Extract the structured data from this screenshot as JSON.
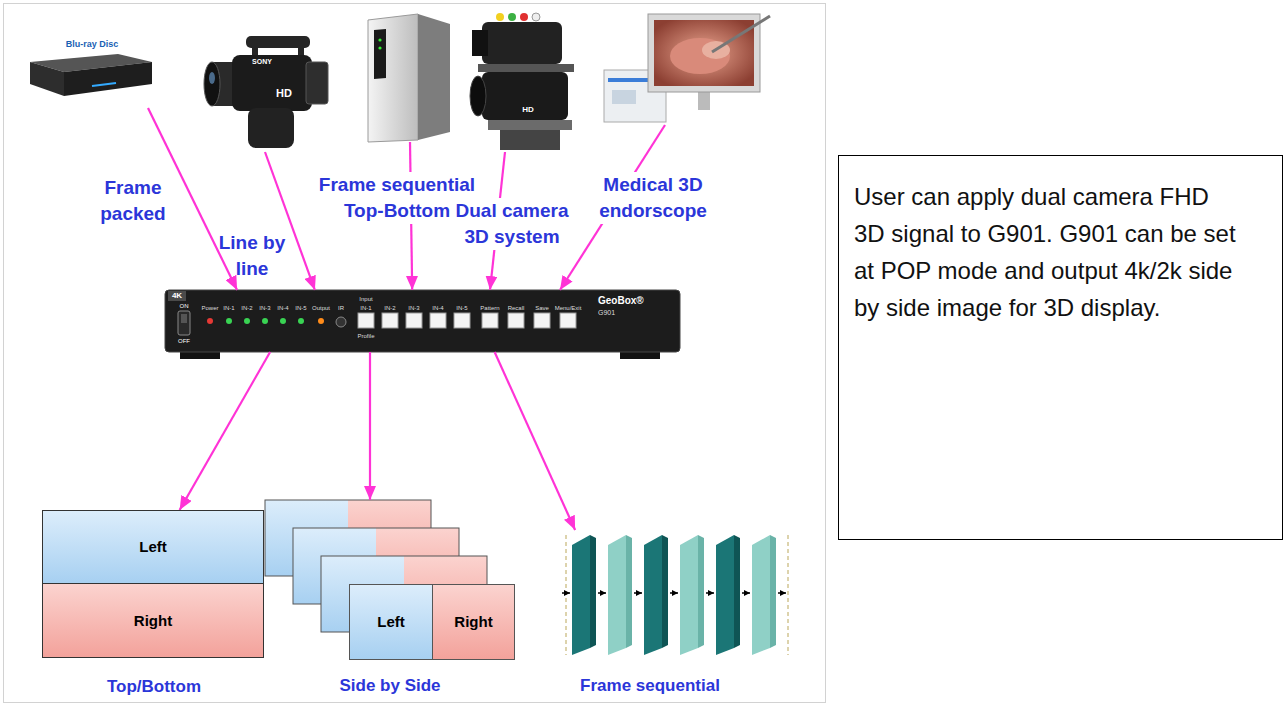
{
  "diagram": {
    "nodes": [
      {
        "text": [
          "Frame packed"
        ]
      },
      {
        "text": [
          "Line by line"
        ]
      },
      {
        "text": [
          "Frame sequential Top-Bottom"
        ]
      },
      {
        "text": [
          "Dual camera 3D system"
        ]
      },
      {
        "text": [
          "Medical 3D endorscope"
        ]
      },
      {
        "text": [
          "GeoBox®",
          "G901"
        ]
      },
      {
        "text": [
          "Top/Bottom"
        ]
      },
      {
        "text": [
          "Left"
        ],
        "in": 6
      },
      {
        "text": [
          "Right"
        ],
        "in": 6
      },
      {
        "text": [
          "Side by Side"
        ]
      },
      {
        "text": [
          "Left"
        ],
        "in": 9
      },
      {
        "text": [
          "Right"
        ],
        "in": 9
      },
      {
        "text": [
          "Frame sequential"
        ]
      },
      {
        "text": [
          "User can apply dual camera FHD 3D signal to G901. G901 can be set at POP mode and output 4k/2k side by side image for 3D display."
        ]
      }
    ],
    "edges": [
      {
        "from": 0,
        "to": 5,
        "arrow": "to"
      },
      {
        "from": 1,
        "to": 5,
        "arrow": "to"
      },
      {
        "from": 2,
        "to": 5,
        "arrow": "to"
      },
      {
        "from": 3,
        "to": 5,
        "arrow": "to"
      },
      {
        "from": 4,
        "to": 5,
        "arrow": "to"
      },
      {
        "from": 5,
        "to": 6,
        "arrow": "to"
      },
      {
        "from": 5,
        "to": 9,
        "arrow": "to"
      },
      {
        "from": 5,
        "to": 12,
        "arrow": "to"
      }
    ],
    "labels": [
      "Blu-ray Disc",
      "HD",
      "SONY",
      "HD",
      "4K",
      "ON",
      "OFF",
      "Power",
      "IN-1",
      "IN-2",
      "IN-3",
      "IN-4",
      "IN-5",
      "Output",
      "IR",
      "Input",
      "IN-1",
      "IN-2",
      "IN-3",
      "IN-4",
      "IN-5",
      "Profile",
      "Pattern",
      "Recall",
      "Save",
      "Menu/Exit"
    ]
  }
}
